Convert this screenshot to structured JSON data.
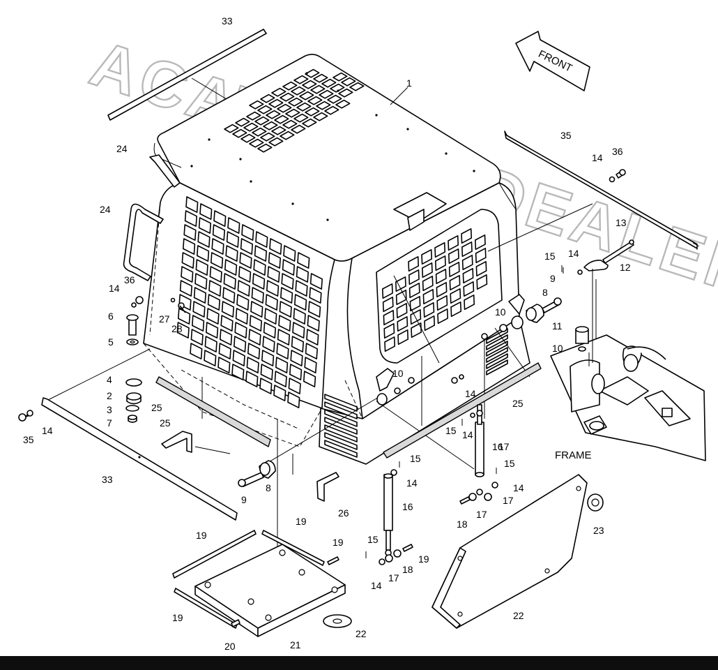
{
  "diagram": {
    "watermark": "ACAT AUTODEALER.RU",
    "labels": {
      "frame": "FRAME",
      "front_arrow": "FRONT"
    },
    "callouts": [
      {
        "id": "c1",
        "text": "1"
      },
      {
        "id": "c2",
        "text": "2"
      },
      {
        "id": "c3",
        "text": "3"
      },
      {
        "id": "c4",
        "text": "4"
      },
      {
        "id": "c5",
        "text": "5"
      },
      {
        "id": "c6",
        "text": "6"
      },
      {
        "id": "c7",
        "text": "7"
      },
      {
        "id": "c8a",
        "text": "8"
      },
      {
        "id": "c8b",
        "text": "8"
      },
      {
        "id": "c9a",
        "text": "9"
      },
      {
        "id": "c9b",
        "text": "9"
      },
      {
        "id": "c10a",
        "text": "10"
      },
      {
        "id": "c10b",
        "text": "10"
      },
      {
        "id": "c10c",
        "text": "10"
      },
      {
        "id": "c11",
        "text": "11"
      },
      {
        "id": "c12",
        "text": "12"
      },
      {
        "id": "c13",
        "text": "13"
      },
      {
        "id": "c14a",
        "text": "14"
      },
      {
        "id": "c14b",
        "text": "14"
      },
      {
        "id": "c14c",
        "text": "14"
      },
      {
        "id": "c14d",
        "text": "14"
      },
      {
        "id": "c14e",
        "text": "14"
      },
      {
        "id": "c14f",
        "text": "14"
      },
      {
        "id": "c14g",
        "text": "14"
      },
      {
        "id": "c14h",
        "text": "14"
      },
      {
        "id": "c14i",
        "text": "14"
      },
      {
        "id": "c15a",
        "text": "15"
      },
      {
        "id": "c15b",
        "text": "15"
      },
      {
        "id": "c15c",
        "text": "15"
      },
      {
        "id": "c15d",
        "text": "15"
      },
      {
        "id": "c15e",
        "text": "15"
      },
      {
        "id": "c16a",
        "text": "16"
      },
      {
        "id": "c16b",
        "text": "16"
      },
      {
        "id": "c17a",
        "text": "17"
      },
      {
        "id": "c17b",
        "text": "17"
      },
      {
        "id": "c17c",
        "text": "17"
      },
      {
        "id": "c17d",
        "text": "17"
      },
      {
        "id": "c18a",
        "text": "18"
      },
      {
        "id": "c18b",
        "text": "18"
      },
      {
        "id": "c19a",
        "text": "19"
      },
      {
        "id": "c19b",
        "text": "19"
      },
      {
        "id": "c19c",
        "text": "19"
      },
      {
        "id": "c19d",
        "text": "19"
      },
      {
        "id": "c19e",
        "text": "19"
      },
      {
        "id": "c20",
        "text": "20"
      },
      {
        "id": "c21",
        "text": "21"
      },
      {
        "id": "c22a",
        "text": "22"
      },
      {
        "id": "c22b",
        "text": "22"
      },
      {
        "id": "c23",
        "text": "23"
      },
      {
        "id": "c24a",
        "text": "24"
      },
      {
        "id": "c24b",
        "text": "24"
      },
      {
        "id": "c25a",
        "text": "25"
      },
      {
        "id": "c25b",
        "text": "25"
      },
      {
        "id": "c25c",
        "text": "25"
      },
      {
        "id": "c26",
        "text": "26"
      },
      {
        "id": "c27",
        "text": "27"
      },
      {
        "id": "c28",
        "text": "28"
      },
      {
        "id": "c33a",
        "text": "33"
      },
      {
        "id": "c33b",
        "text": "33"
      },
      {
        "id": "c35a",
        "text": "35"
      },
      {
        "id": "c35b",
        "text": "35"
      },
      {
        "id": "c36a",
        "text": "36"
      },
      {
        "id": "c36b",
        "text": "36"
      }
    ]
  }
}
